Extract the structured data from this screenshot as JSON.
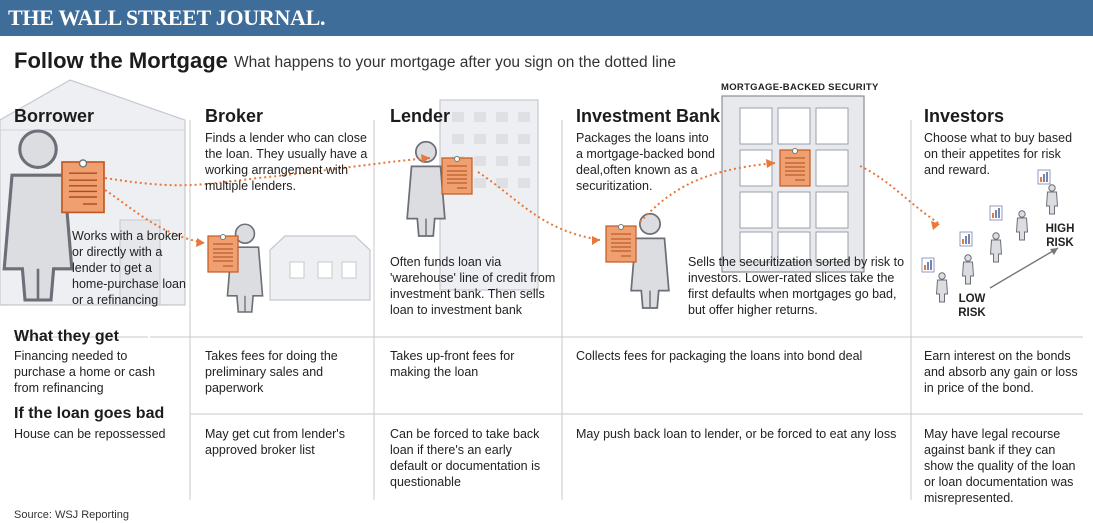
{
  "masthead": "THE WALL STREET JOURNAL.",
  "title": "Follow the Mortgage",
  "subtitle": "What happens to your mortgage after you sign on the dotted line",
  "columns": [
    {
      "name": "Borrower",
      "desc": "Works with a broker or directly with a lender to get a home-purchase loan or a refinancing",
      "gets": "Financing needed to purchase a home or cash from refinancing",
      "bad": "House can be repossessed"
    },
    {
      "name": "Broker",
      "desc": "Finds a lender who can close the loan. They usually have a working arrangement with multiple lenders.",
      "gets": "Takes fees for doing the preliminary sales and paperwork",
      "bad": "May get cut from lender's approved broker list"
    },
    {
      "name": "Lender",
      "desc": "Often funds loan via 'warehouse' line of credit from investment bank. Then sells loan to investment bank",
      "gets": "Takes up-front fees for making the loan",
      "bad": "Can be forced to take back loan if there's an early default or documentation is questionable"
    },
    {
      "name": "Investment Bank",
      "desc": "Packages the loans into a mortgage-backed bond deal,often known as a securitization.",
      "desc2": "Sells the securitization sorted by risk to investors. Lower-rated slices take the first defaults when mortgages go bad, but offer higher returns.",
      "gets": "Collects fees for packaging the loans into bond deal",
      "bad": "May push back loan to lender, or be forced to eat any loss"
    },
    {
      "name": "Investors",
      "desc": "Choose what to buy based on their appetites for risk and reward.",
      "gets": "Earn interest on the bonds and absorb any gain or loss in price of the bond.",
      "bad": "May have legal recourse against bank if they can show the quality of the loan or loan documentation was misrepresented."
    }
  ],
  "mbs_label": "MORTGAGE-BACKED SECURITY",
  "risk": {
    "high": "HIGH RISK",
    "low": "LOW RISK"
  },
  "sections": {
    "gets": "What they get",
    "bad": "If the loan goes bad"
  },
  "source": "Source: WSJ Reporting",
  "colors": {
    "masthead": "#3f6d99",
    "accent": "#e8773a",
    "doc_fill": "#f0a070",
    "figure_fill": "#dcdde1",
    "figure_stroke": "#6c6f77",
    "building_fill": "#eeeff2",
    "divider": "#c9c9c9"
  },
  "icons": [
    "person-icon",
    "document-icon",
    "house-icon",
    "office-building-icon",
    "mortgage-backed-security-icon",
    "dotted-arrow-icon",
    "risk-arrow-icon"
  ]
}
